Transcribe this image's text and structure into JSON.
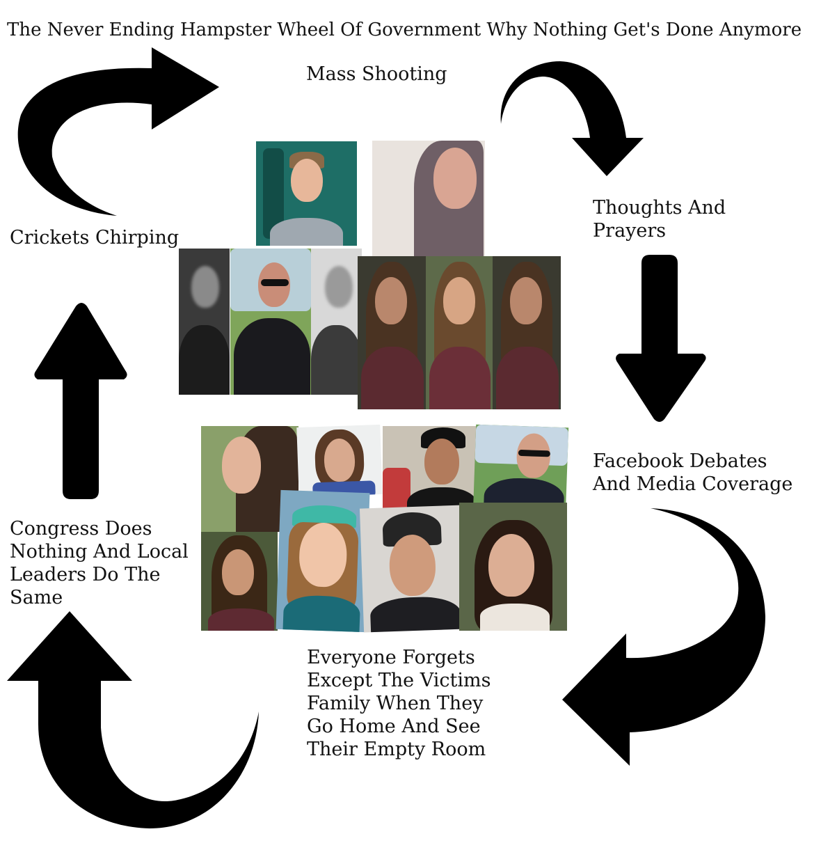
{
  "title": "The Never Ending Hampster Wheel Of Government Why Nothing Get's Done Anymore",
  "stages": {
    "mass_shooting": "Mass Shooting",
    "thoughts_prayers": "Thoughts And\nPrayers",
    "facebook_media": "Facebook Debates\nAnd Media Coverage",
    "everyone_forgets": "Everyone Forgets\nExcept The Victims\nFamily When They\nGo Home And See\nTheir Empty Room",
    "congress_nothing": "Congress Does\nNothing And Local\nLeaders Do The\nSame",
    "crickets": "Crickets Chirping"
  },
  "icons": [
    "curved-arrow-icon",
    "down-arrow-icon",
    "up-arrow-icon"
  ],
  "colors": {
    "arrow": "#000000",
    "background": "#ffffff",
    "text": "#111111"
  }
}
